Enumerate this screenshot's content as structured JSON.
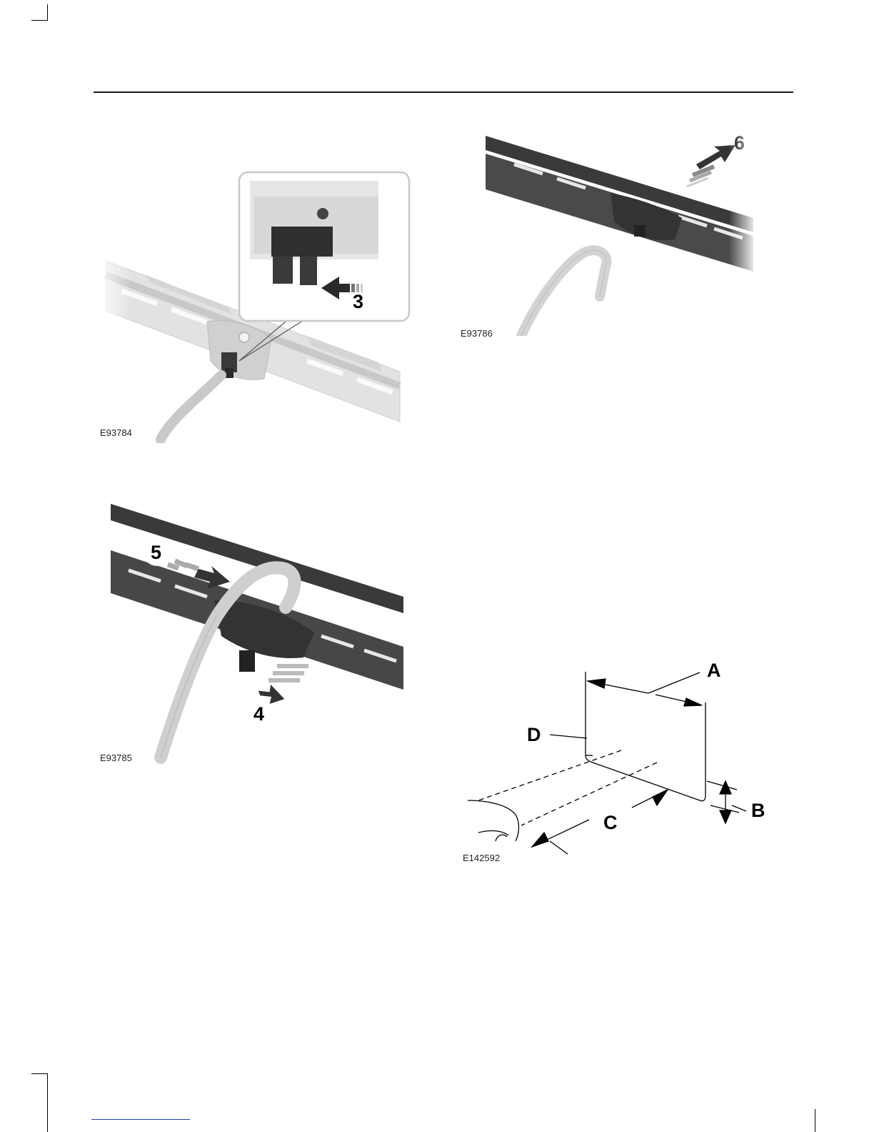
{
  "figures": {
    "fig1": {
      "code": "E93784",
      "callouts": [
        "3"
      ]
    },
    "fig2": {
      "code": "E93786",
      "callouts": [
        "6"
      ]
    },
    "fig3": {
      "code": "E93785",
      "callouts": [
        "5",
        "4"
      ]
    },
    "fig4": {
      "code": "E142592",
      "labels": [
        "A",
        "B",
        "C",
        "D"
      ]
    }
  }
}
